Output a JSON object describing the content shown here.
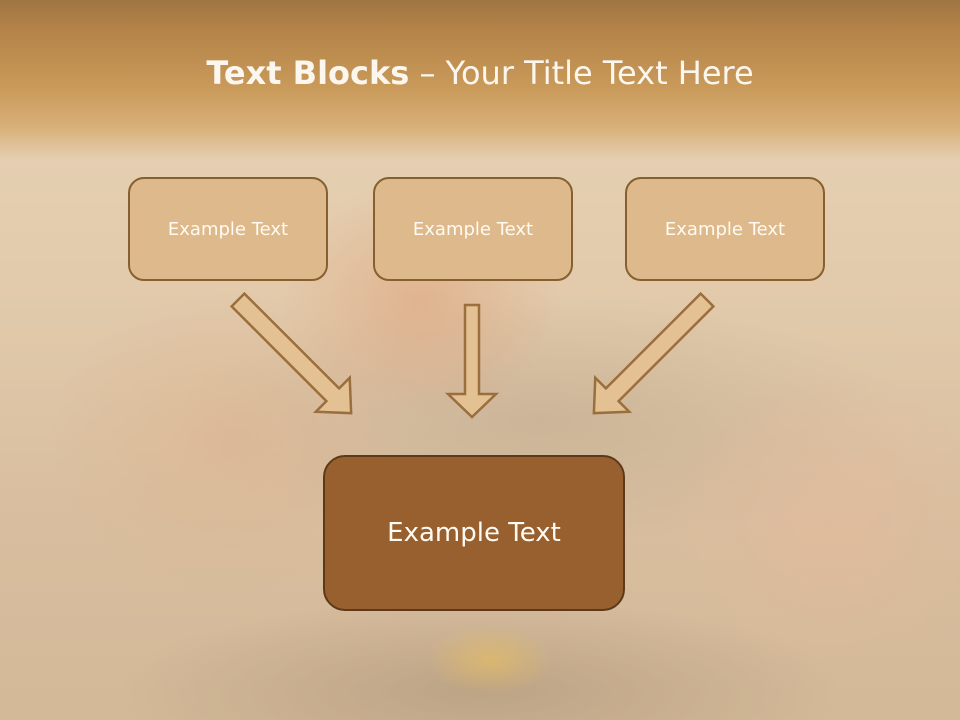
{
  "slide": {
    "title_bold": "Text Blocks",
    "title_dash": " – ",
    "title_rest": "Your Title Text Here",
    "boxes": [
      {
        "label": "Example Text"
      },
      {
        "label": "Example Text"
      },
      {
        "label": "Example Text"
      }
    ],
    "main_box": {
      "label": "Example Text"
    }
  },
  "colors": {
    "header": "#c99a5a",
    "box_fill": "#ddb98b",
    "box_border": "#86602f",
    "main_fill": "#985f2f",
    "arrow_fill": "#e3c193",
    "arrow_stroke": "#9a6e3d",
    "text": "#fffaf2"
  }
}
